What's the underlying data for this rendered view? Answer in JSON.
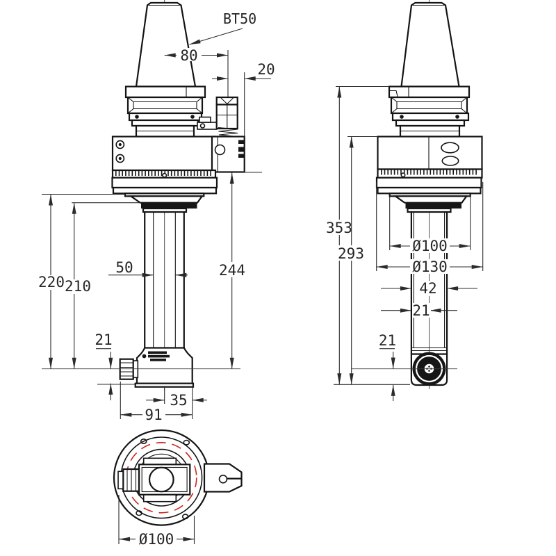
{
  "colors": {
    "line": "#141414",
    "dimension": "#2b2b2b",
    "accent_red": "#c9271f",
    "background": "#ffffff"
  },
  "front_view": {
    "labels": {
      "taper": "BT50",
      "dim_80": "80",
      "dim_20": "20",
      "dim_220": "220",
      "dim_210": "210",
      "dim_50": "50",
      "dim_244": "244",
      "dim_21": "21",
      "dim_35": "35",
      "dim_91": "91"
    }
  },
  "side_view": {
    "labels": {
      "dim_353": "353",
      "dim_293": "293",
      "dim_d100": "Ø100",
      "dim_d130": "Ø130",
      "dim_42": "42",
      "dim_21_width": "21",
      "dim_21_height": "21"
    }
  },
  "bottom_view": {
    "labels": {
      "dim_d100": "Ø100"
    }
  }
}
